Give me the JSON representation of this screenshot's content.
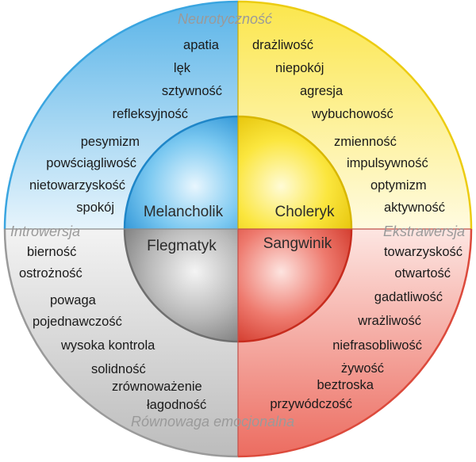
{
  "axes": {
    "top": "Neurotyczność",
    "bottom": "Równowaga emocjonalna",
    "left": "Introwersja",
    "right": "Ekstrawersja"
  },
  "quadrants": {
    "melancholic": {
      "name": "Melancholik",
      "color": "#6cc1ec",
      "traits": [
        "apatia",
        "lęk",
        "sztywność",
        "refleksyjność",
        "pesymizm",
        "powściągliwość",
        "nietowarzyskość",
        "spokój"
      ]
    },
    "choleric": {
      "name": "Choleryk",
      "color": "#fce95a",
      "traits": [
        "drażliwość",
        "niepokój",
        "agresja",
        "wybuchowość",
        "zmienność",
        "impulsywność",
        "optymizm",
        "aktywność"
      ]
    },
    "phlegmatic": {
      "name": "Flegmatyk",
      "color": "#c9c9c9",
      "traits": [
        "bierność",
        "ostrożność",
        "powaga",
        "pojednawczość",
        "wysoka kontrola",
        "solidność",
        "zrównoważenie",
        "łagodność"
      ]
    },
    "sanguine": {
      "name": "Sangwinik",
      "color": "#ef7d72",
      "traits": [
        "towarzyskość",
        "otwartość",
        "gadatliwość",
        "wrażliwość",
        "niefrasobliwość",
        "żywość",
        "beztroska",
        "przywódczość"
      ]
    }
  }
}
